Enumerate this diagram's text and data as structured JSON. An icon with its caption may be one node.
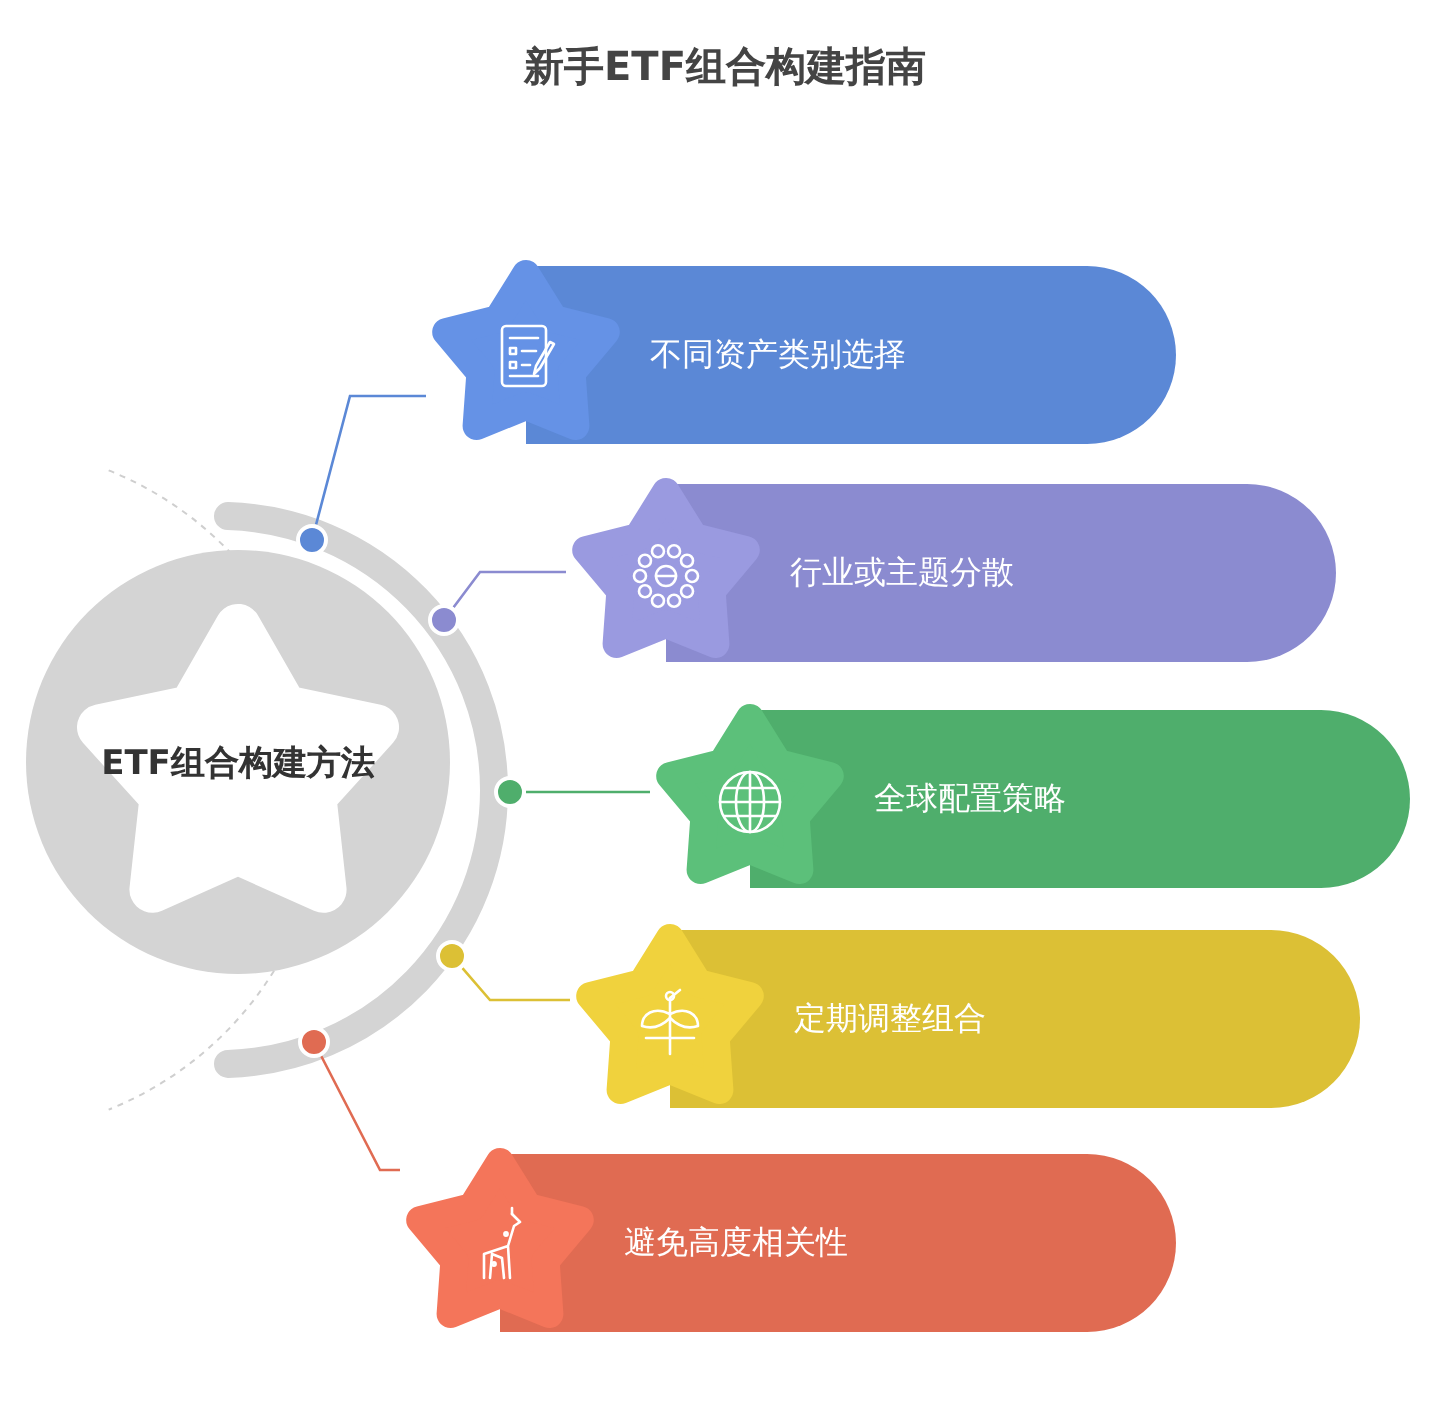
{
  "diagram": {
    "title": "新手ETF组合构建指南",
    "nodes": [
      {
        "text": [
          "ETF组合构建方法"
        ]
      },
      {
        "text": [
          "不同资产类别选择"
        ]
      },
      {
        "text": [
          "行业或主题分散"
        ]
      },
      {
        "text": [
          "全球配置策略"
        ]
      },
      {
        "text": [
          "定期调整组合"
        ]
      },
      {
        "text": [
          "避免高度相关性"
        ]
      },
      {
        "text": [],
        "shape": "circle"
      },
      {
        "text": [],
        "shape": "circle"
      },
      {
        "text": [],
        "shape": "circle"
      },
      {
        "text": [],
        "shape": "circle"
      },
      {
        "text": [],
        "shape": "circle"
      }
    ],
    "edges": [
      {
        "from": 6,
        "to": 1,
        "arrow": "none",
        "color": "#5b88d6"
      },
      {
        "from": 7,
        "to": 2,
        "arrow": "none",
        "color": "#8b8bd0"
      },
      {
        "from": 8,
        "to": 3,
        "arrow": "none",
        "color": "#4fae6c"
      },
      {
        "from": 9,
        "to": 4,
        "arrow": "none",
        "color": "#dcc035"
      },
      {
        "from": 10,
        "to": 5,
        "arrow": "none",
        "color": "#e06b52"
      }
    ]
  }
}
